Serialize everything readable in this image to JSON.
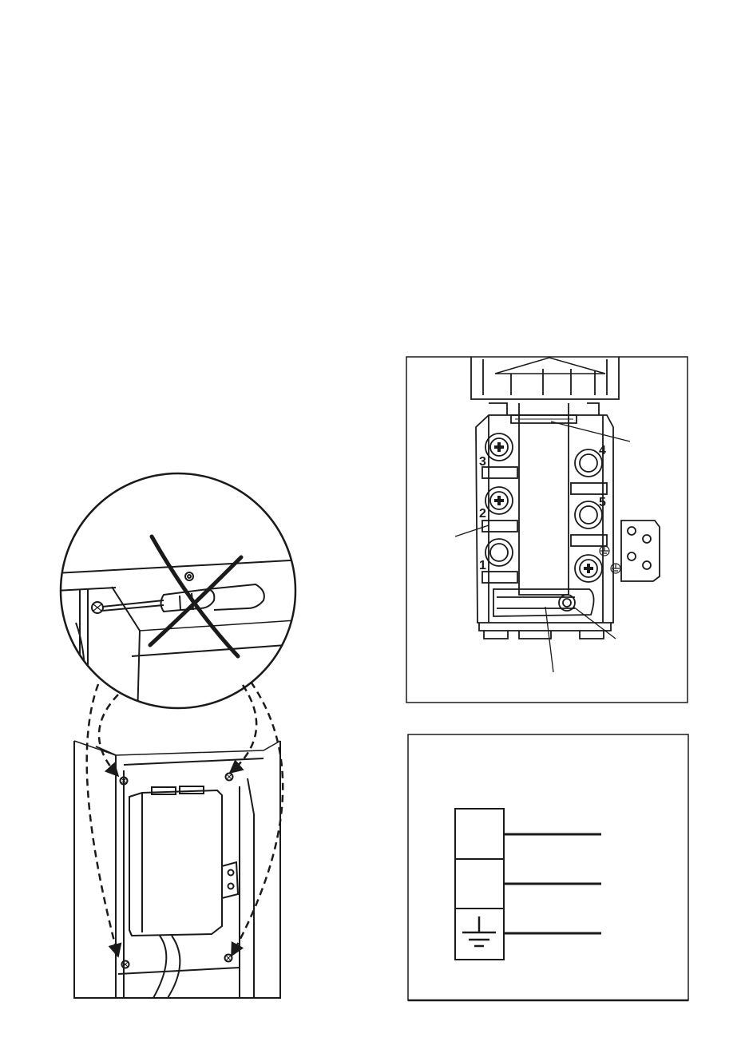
{
  "terminal_block": {
    "terminal_numbers": [
      "3",
      "4",
      "2",
      "5",
      "1"
    ],
    "earth_symbol": "earth-icon"
  },
  "wiring_diagram": {
    "earth_symbol": "earth-icon",
    "wire_count": 3
  },
  "installation_view": {
    "prohibited_symbol": "cross-out-icon",
    "tool": "screwdriver-icon"
  },
  "colors": {
    "line": "#1a1a1a",
    "background": "#ffffff"
  }
}
